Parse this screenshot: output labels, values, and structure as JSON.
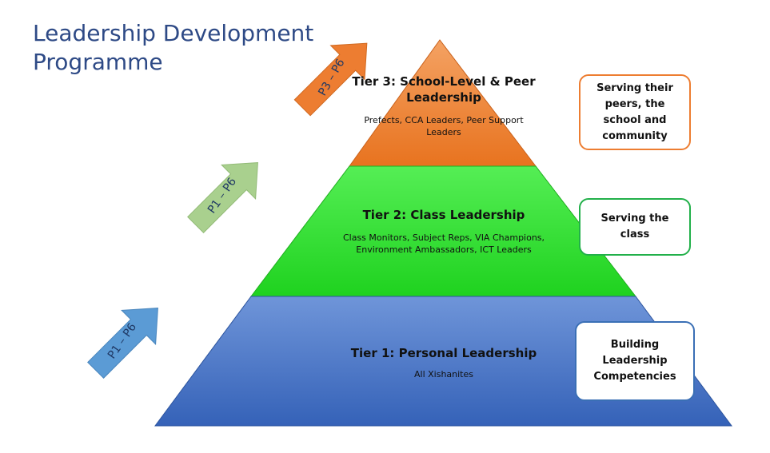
{
  "title_line1": "Leadership Development",
  "title_line2": "Programme",
  "tiers": [
    {
      "title_line1": "Tier 3: School-Level & Peer",
      "title_line2": "Leadership",
      "desc_line1": "Prefects, CCA Leaders, Peer Support",
      "desc_line2": "Leaders",
      "color": "#ed7d31"
    },
    {
      "title": "Tier 2: Class Leadership",
      "desc_line1": "Class Monitors, Subject Reps, VIA Champions,",
      "desc_line2": "Environment Ambassadors, ICT Leaders",
      "color": "#33dd33"
    },
    {
      "title": "Tier 1: Personal Leadership",
      "desc": "All Xishanites",
      "color": "#4472c4"
    }
  ],
  "side_boxes": [
    {
      "text": "Serving their peers, the school and community",
      "border_color": "#ed7d31"
    },
    {
      "text": "Serving the class",
      "border_color": "#22b04a"
    },
    {
      "text": "Building Leadership Competencies",
      "border_color": "#3a6fb5"
    }
  ],
  "arrows": [
    {
      "label": "P3 – P6",
      "color": "#ed7d31"
    },
    {
      "label": "P1 – P6",
      "color": "#a9d08e"
    },
    {
      "label": "P1 – P6",
      "color": "#5b9bd5"
    }
  ]
}
